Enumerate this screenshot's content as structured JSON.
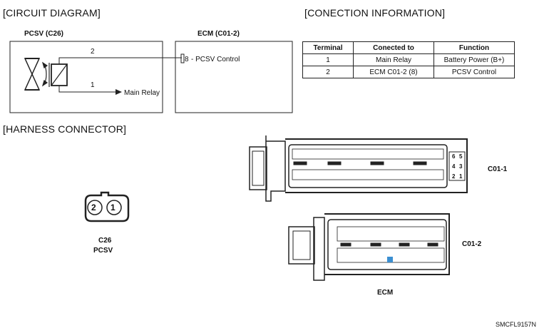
{
  "titles": {
    "circuit": "[CIRCUIT DIAGRAM]",
    "connection": "[CONECTION INFORMATION]",
    "harness": "[HARNESS CONNECTOR]"
  },
  "circuit": {
    "pcsv_label": "PCSV (C26)",
    "ecm_label": "ECM (C01-2)",
    "wire2_num": "2",
    "wire1_num": "1",
    "main_relay": "Main Relay",
    "ecm_pin": "8",
    "ecm_pin_label": "- PCSV Control"
  },
  "connection_table": {
    "headers": [
      "Terminal",
      "Conected to",
      "Function"
    ],
    "rows": [
      [
        "1",
        "Main Relay",
        "Battery Power (B+)"
      ],
      [
        "2",
        "ECM C01-2 (8)",
        "PCSV Control"
      ]
    ]
  },
  "harness": {
    "c26_pin2": "2",
    "c26_pin1": "1",
    "c26_label": "C26",
    "c26_sub": "PCSV",
    "c011_label": "C01-1",
    "c012_label": "C01-2",
    "ecm_label": "ECM",
    "side_pins": [
      "6",
      "5",
      "4",
      "3",
      "2",
      "1"
    ]
  },
  "colors": {
    "line": "#222222",
    "highlight_pin": "#3b8fd1"
  },
  "footer": "SMCFL9157N"
}
